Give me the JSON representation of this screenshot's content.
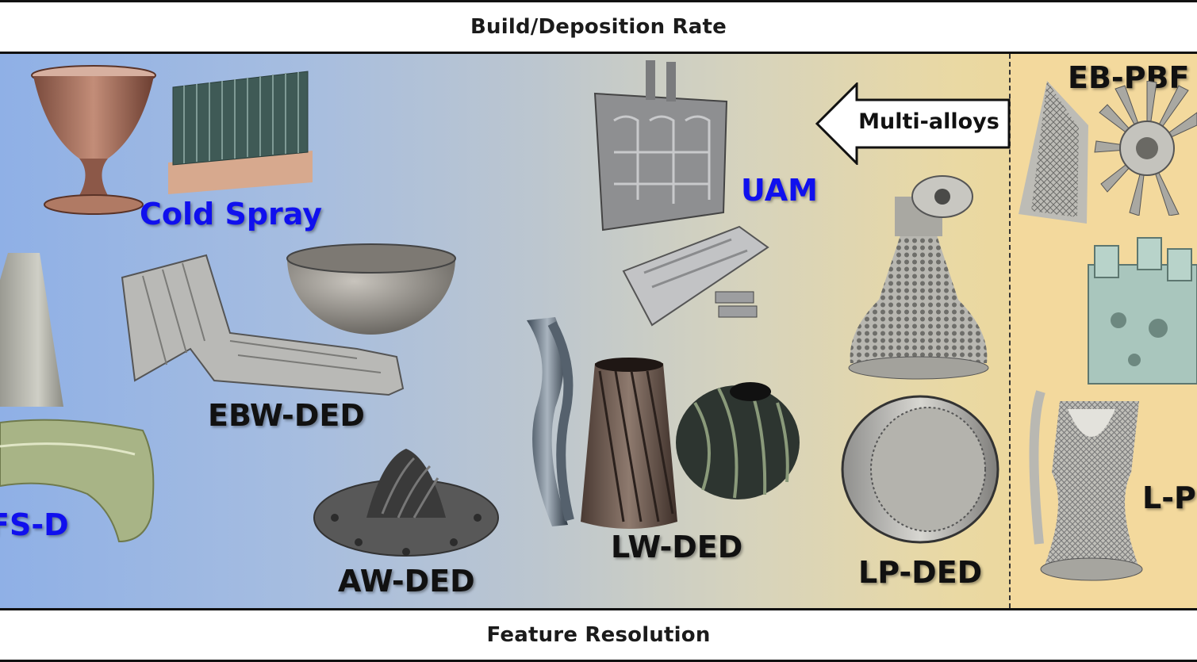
{
  "header": {
    "title": "Build/Deposition Rate"
  },
  "footer": {
    "title": "Feature Resolution"
  },
  "arrow": {
    "label": "Multi-alloys"
  },
  "labels": {
    "cold_spray": "Cold Spray",
    "fs_d": "FS-D",
    "ebw_ded": "EBW-DED",
    "aw_ded": "AW-DED",
    "lw_ded": "LW-DED",
    "uam": "UAM",
    "lp_ded": "LP-DED",
    "eb_pbf": "EB-PBF",
    "l_pbf": "L-P"
  },
  "colors": {
    "blue_label": "#1010ee",
    "dark_label": "#111111",
    "gradient_left": "#8fb0e6",
    "gradient_right": "#f1d48e"
  }
}
